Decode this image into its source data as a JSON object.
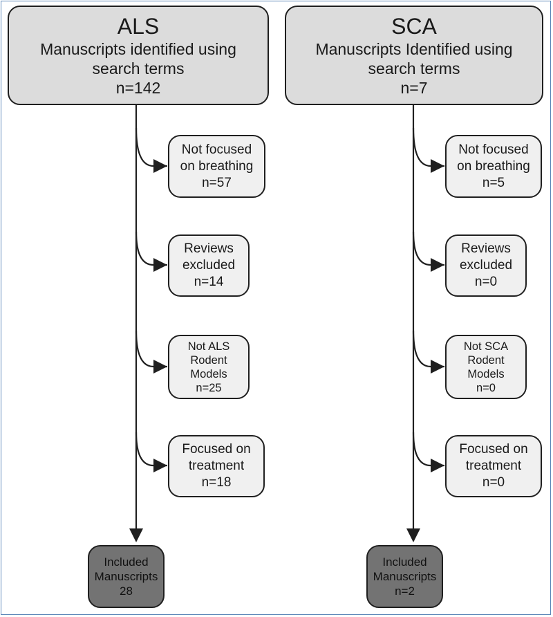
{
  "diagram": {
    "als": {
      "top": {
        "title": "ALS",
        "line1": "Manuscripts identified using",
        "line2": "search terms",
        "count": "n=142"
      },
      "excl": [
        {
          "l1": "Not focused",
          "l2": "on breathing",
          "l3": "n=57"
        },
        {
          "l1": "Reviews",
          "l2": "excluded",
          "l3": "n=14"
        },
        {
          "l1": "Not ALS",
          "l2": "Rodent",
          "l3": "Models",
          "l4": "n=25"
        },
        {
          "l1": "Focused on",
          "l2": "treatment",
          "l3": "n=18"
        }
      ],
      "final": {
        "l1": "Included",
        "l2": "Manuscripts",
        "l3": "28"
      }
    },
    "sca": {
      "top": {
        "title": "SCA",
        "line1": "Manuscripts Identified using",
        "line2": "search terms",
        "count": "n=7"
      },
      "excl": [
        {
          "l1": "Not focused",
          "l2": "on breathing",
          "l3": "n=5"
        },
        {
          "l1": "Reviews",
          "l2": "excluded",
          "l3": "n=0"
        },
        {
          "l1": "Not SCA",
          "l2": "Rodent",
          "l3": "Models",
          "l4": "n=0"
        },
        {
          "l1": "Focused on",
          "l2": "treatment",
          "l3": "n=0"
        }
      ],
      "final": {
        "l1": "Included",
        "l2": "Manuscripts",
        "l3": "n=2"
      }
    },
    "colors": {
      "top_fill": "#dcdcdc",
      "excl_fill": "#f0f0f0",
      "final_fill": "#737373",
      "frame": "#5b86b8",
      "stroke": "#1f1f1f"
    }
  }
}
